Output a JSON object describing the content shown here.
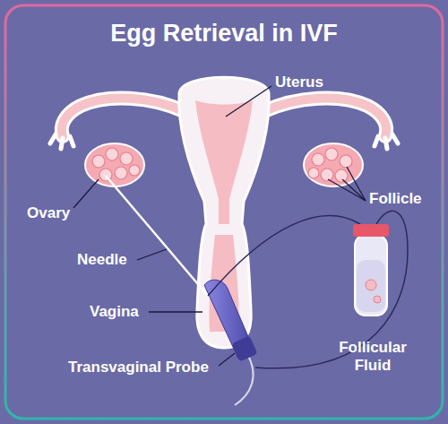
{
  "diagram": {
    "title": "Egg Retrieval in IVF",
    "labels": [
      "Uterus",
      "Ovary",
      "Follicle",
      "Needle",
      "Vagina",
      "Transvaginal Probe",
      "Follicular Fluid"
    ]
  }
}
